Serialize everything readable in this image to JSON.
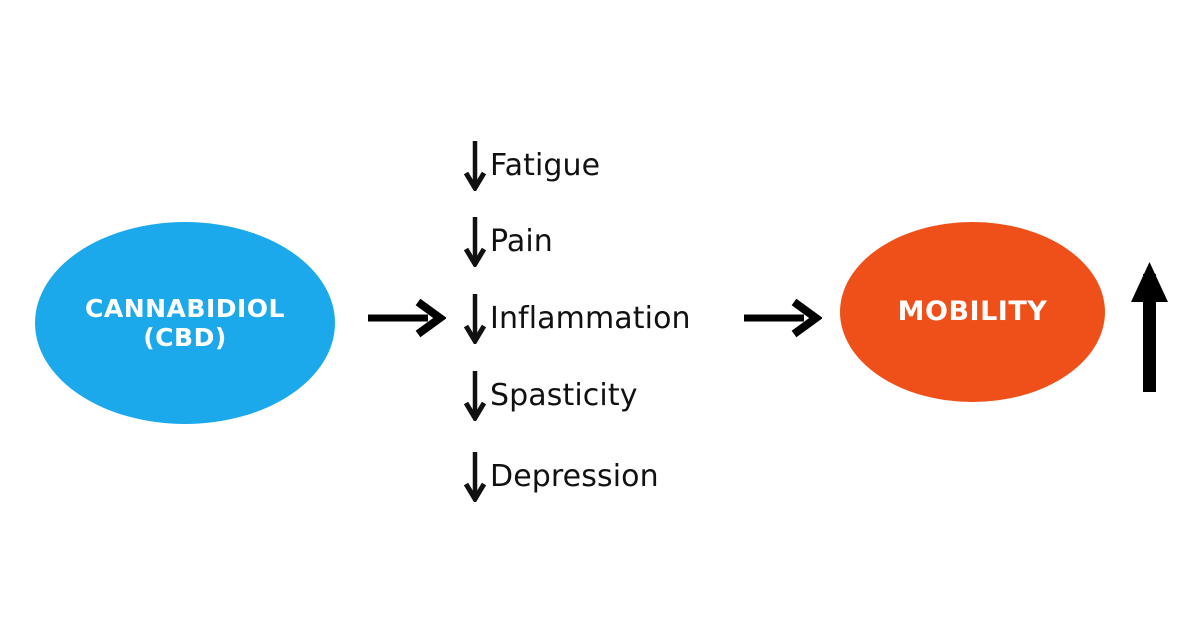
{
  "diagram": {
    "title_present": false,
    "background_color": "#ffffff",
    "nodes": [
      {
        "id": "cannabidiol",
        "lines": [
          "CANNABIDIOL",
          "(CBD)"
        ],
        "shape": "ellipse",
        "fill_color": "#1CA9EC",
        "text_color": "#ffffff"
      },
      {
        "id": "mobility",
        "lines": [
          "MOBILITY"
        ],
        "shape": "ellipse",
        "fill_color": "#EF5019",
        "text_color": "#ffffff"
      }
    ],
    "symptoms": {
      "direction_icon": "down-arrow-icon",
      "items": [
        {
          "label": "Fatigue",
          "change": "decrease"
        },
        {
          "label": "Pain",
          "change": "decrease"
        },
        {
          "label": "Inflammation",
          "change": "decrease"
        },
        {
          "label": "Spasticity",
          "change": "decrease"
        },
        {
          "label": "Depression",
          "change": "decrease"
        }
      ]
    },
    "connectors": [
      {
        "id": "cbd-to-symptoms",
        "icon": "right-arrow-icon",
        "color": "#000000"
      },
      {
        "id": "symptoms-to-mobility",
        "icon": "right-arrow-icon",
        "color": "#000000"
      }
    ],
    "outcome_indicator": {
      "icon": "up-arrow-icon",
      "change": "increase",
      "color": "#000000"
    }
  }
}
